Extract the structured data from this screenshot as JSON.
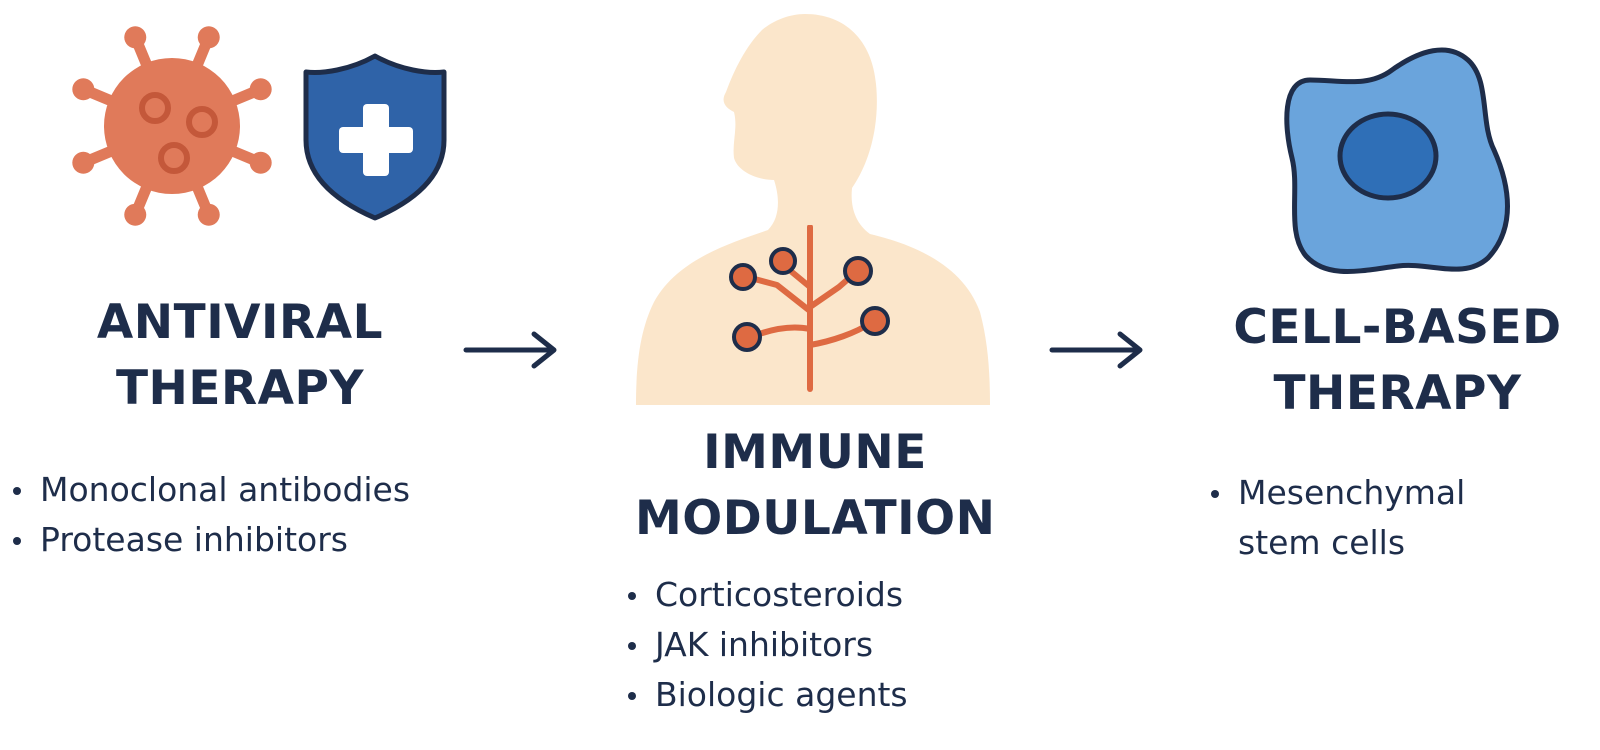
{
  "colors": {
    "text": "#1e2d4a",
    "virus": "#e07a5a",
    "virus_outline": "#c4583a",
    "shield": "#2f63a8",
    "body_silhouette": "#fbe6cb",
    "lung_tree": "#de6a42",
    "cell_outer": "#6aa4dc",
    "cell_nucleus": "#2f6fb7",
    "outline": "#1e2d4a"
  },
  "stages": {
    "antiviral": {
      "title_line1": "ANTIVIRAL",
      "title_line2": "THERAPY",
      "items": [
        "Monoclonal antibodies",
        "Protease inhibitors"
      ],
      "icons": [
        "virus-icon",
        "shield-cross-icon"
      ]
    },
    "immune": {
      "title_line1": "IMMUNE",
      "title_line2": "MODULATION",
      "items": [
        "Corticosteroids",
        "JAK inhibitors",
        "Biologic agents"
      ],
      "icons": [
        "human-silhouette-icon",
        "lung-tree-icon"
      ]
    },
    "cell": {
      "title_line1": "CELL-BASED",
      "title_line2": "THERAPY",
      "item_line1": "Mesenchymal",
      "item_line2": "stem cells",
      "icons": [
        "cell-icon"
      ]
    }
  },
  "arrows": [
    "right-arrow-icon",
    "right-arrow-icon"
  ]
}
